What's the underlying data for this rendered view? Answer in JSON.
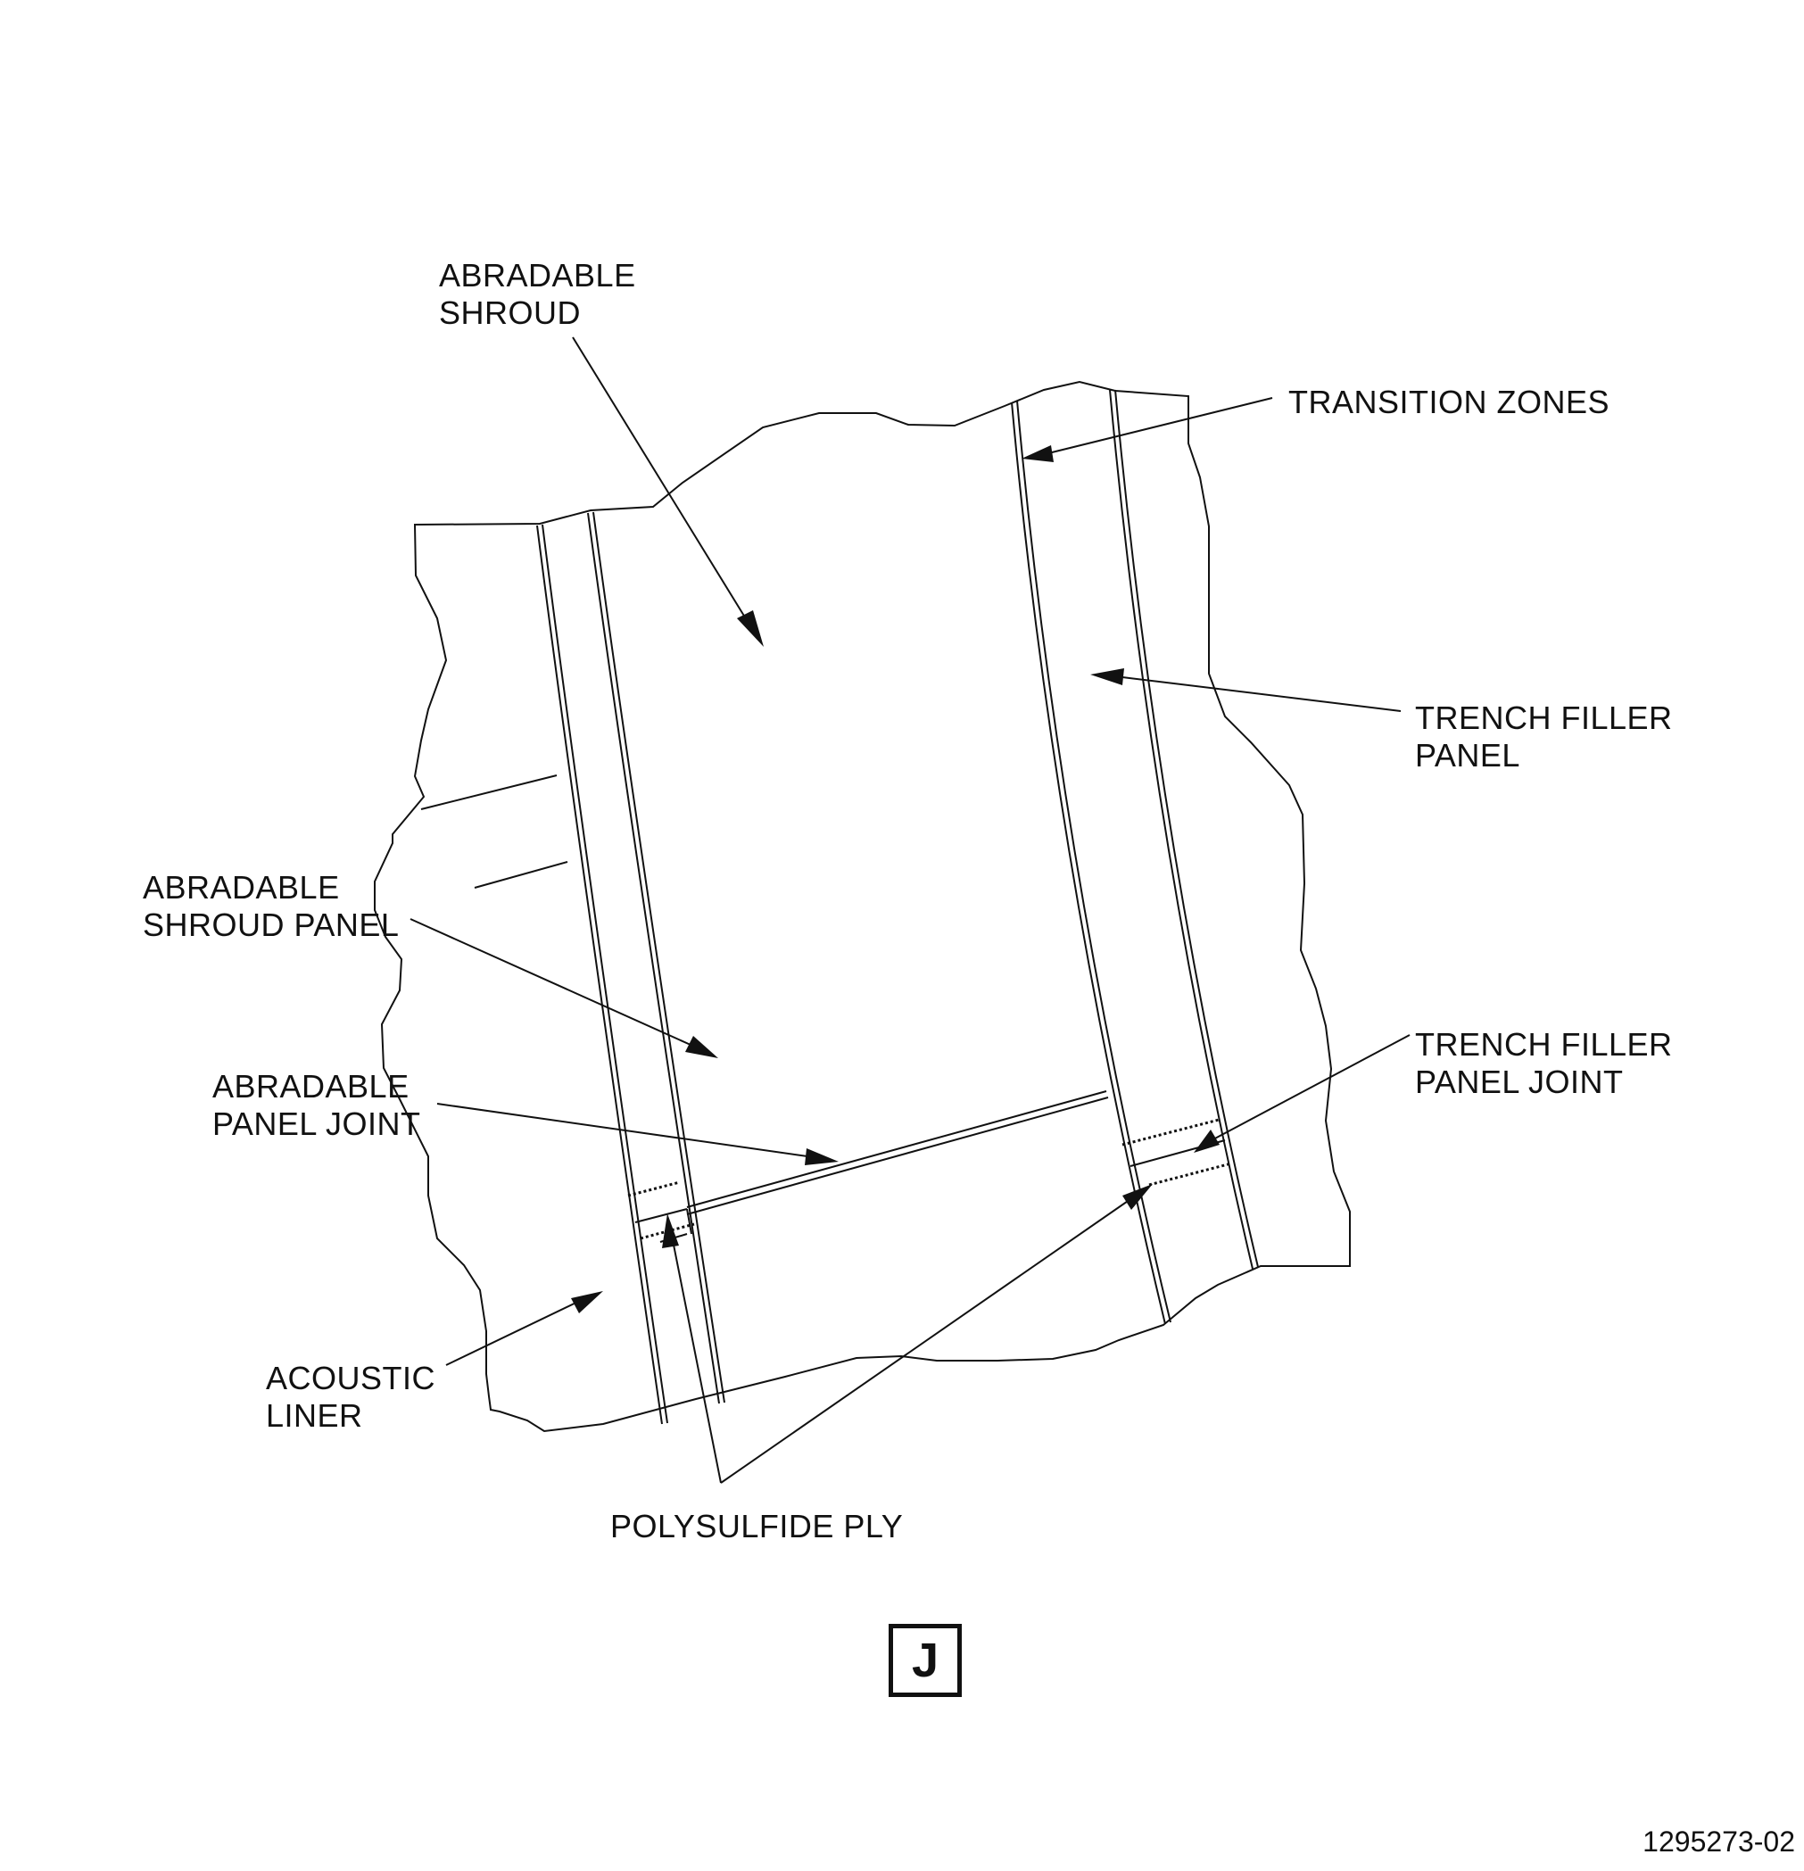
{
  "labels": {
    "abradable_shroud": "ABRADABLE\nSHROUD",
    "transition_zones": "TRANSITION ZONES",
    "trench_filler_panel": "TRENCH FILLER\nPANEL",
    "abradable_shroud_panel": "ABRADABLE\nSHROUD PANEL",
    "abradable_panel_joint": "ABRADABLE\nPANEL JOINT",
    "trench_filler_panel_joint": "TRENCH FILLER\nPANEL JOINT",
    "acoustic_liner": "ACOUSTIC\nLINER",
    "polysulfide_ply": "POLYSULFIDE PLY"
  },
  "view_letter": "J",
  "figure_id": "1295273-02",
  "colors": {
    "line": "#111111",
    "background": "#ffffff"
  }
}
